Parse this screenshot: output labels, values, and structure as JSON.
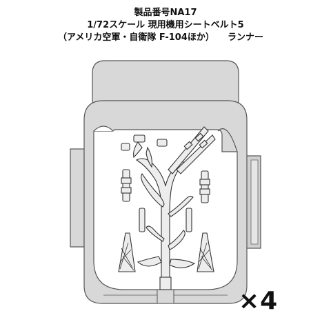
{
  "header": {
    "product_number": "製品番号NA17",
    "title": "1/72スケール 現用機用シートベルト5",
    "subtitle": "（アメリカ空軍・自衛隊 F-104ほか）",
    "runner_label": "ランナー"
  },
  "quantity": "×4",
  "colors": {
    "frame_fill": "#d8d8d8",
    "frame_stroke": "#555555",
    "part_fill": "#ededed",
    "part_stroke": "#333333",
    "text": "#111111"
  }
}
